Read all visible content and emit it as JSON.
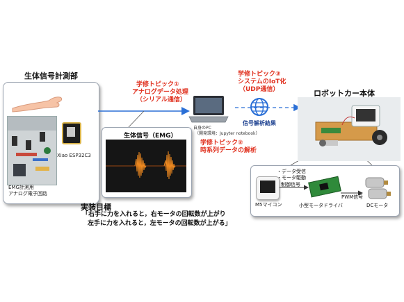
{
  "sensor": {
    "title": "生体信号計測部",
    "board_label": "Xiao ESP32C3",
    "circuit_label_line1": "EMG計測用",
    "circuit_label_line2": "アナログ電子回路"
  },
  "topic1": {
    "line1": "学修トピック①",
    "line2": "アナログデータ処理",
    "line3": "（シリアル通信）"
  },
  "topic2": {
    "line1": "学修トピック②",
    "line2": "時系列データの解析"
  },
  "topic3": {
    "line1": "学修トピック③",
    "line2": "システムのIoT化",
    "line3": "（UDP通信）"
  },
  "emg": {
    "title": "生体信号（EMG）"
  },
  "pc": {
    "line1": "自身のPC",
    "line2": "（開発環境：Jupyter notebook）"
  },
  "result_label": "信号解析結果",
  "robot": {
    "title": "ロボットカー本体",
    "bullet1": "データ受信",
    "bullet2": "モータ駆動",
    "control_label": "制御信号",
    "m5_label": "M5マイコン",
    "driver_label": "小型モータドライバ",
    "pwm_label": "PWM信号",
    "motor_label": "DCモータ"
  },
  "goal": {
    "title": "実装目標",
    "line1": "「右手に力を入れると，右モータの回転数が上がり",
    "line2": "左手に力を入れると，左モータの回転数が上がる」"
  },
  "colors": {
    "accent_red": "#e0301e",
    "accent_blue": "#2a6fd6",
    "result_blue": "#1b3f8f"
  },
  "icons": [
    "arm-icon",
    "laptop-icon",
    "globe-icon"
  ]
}
